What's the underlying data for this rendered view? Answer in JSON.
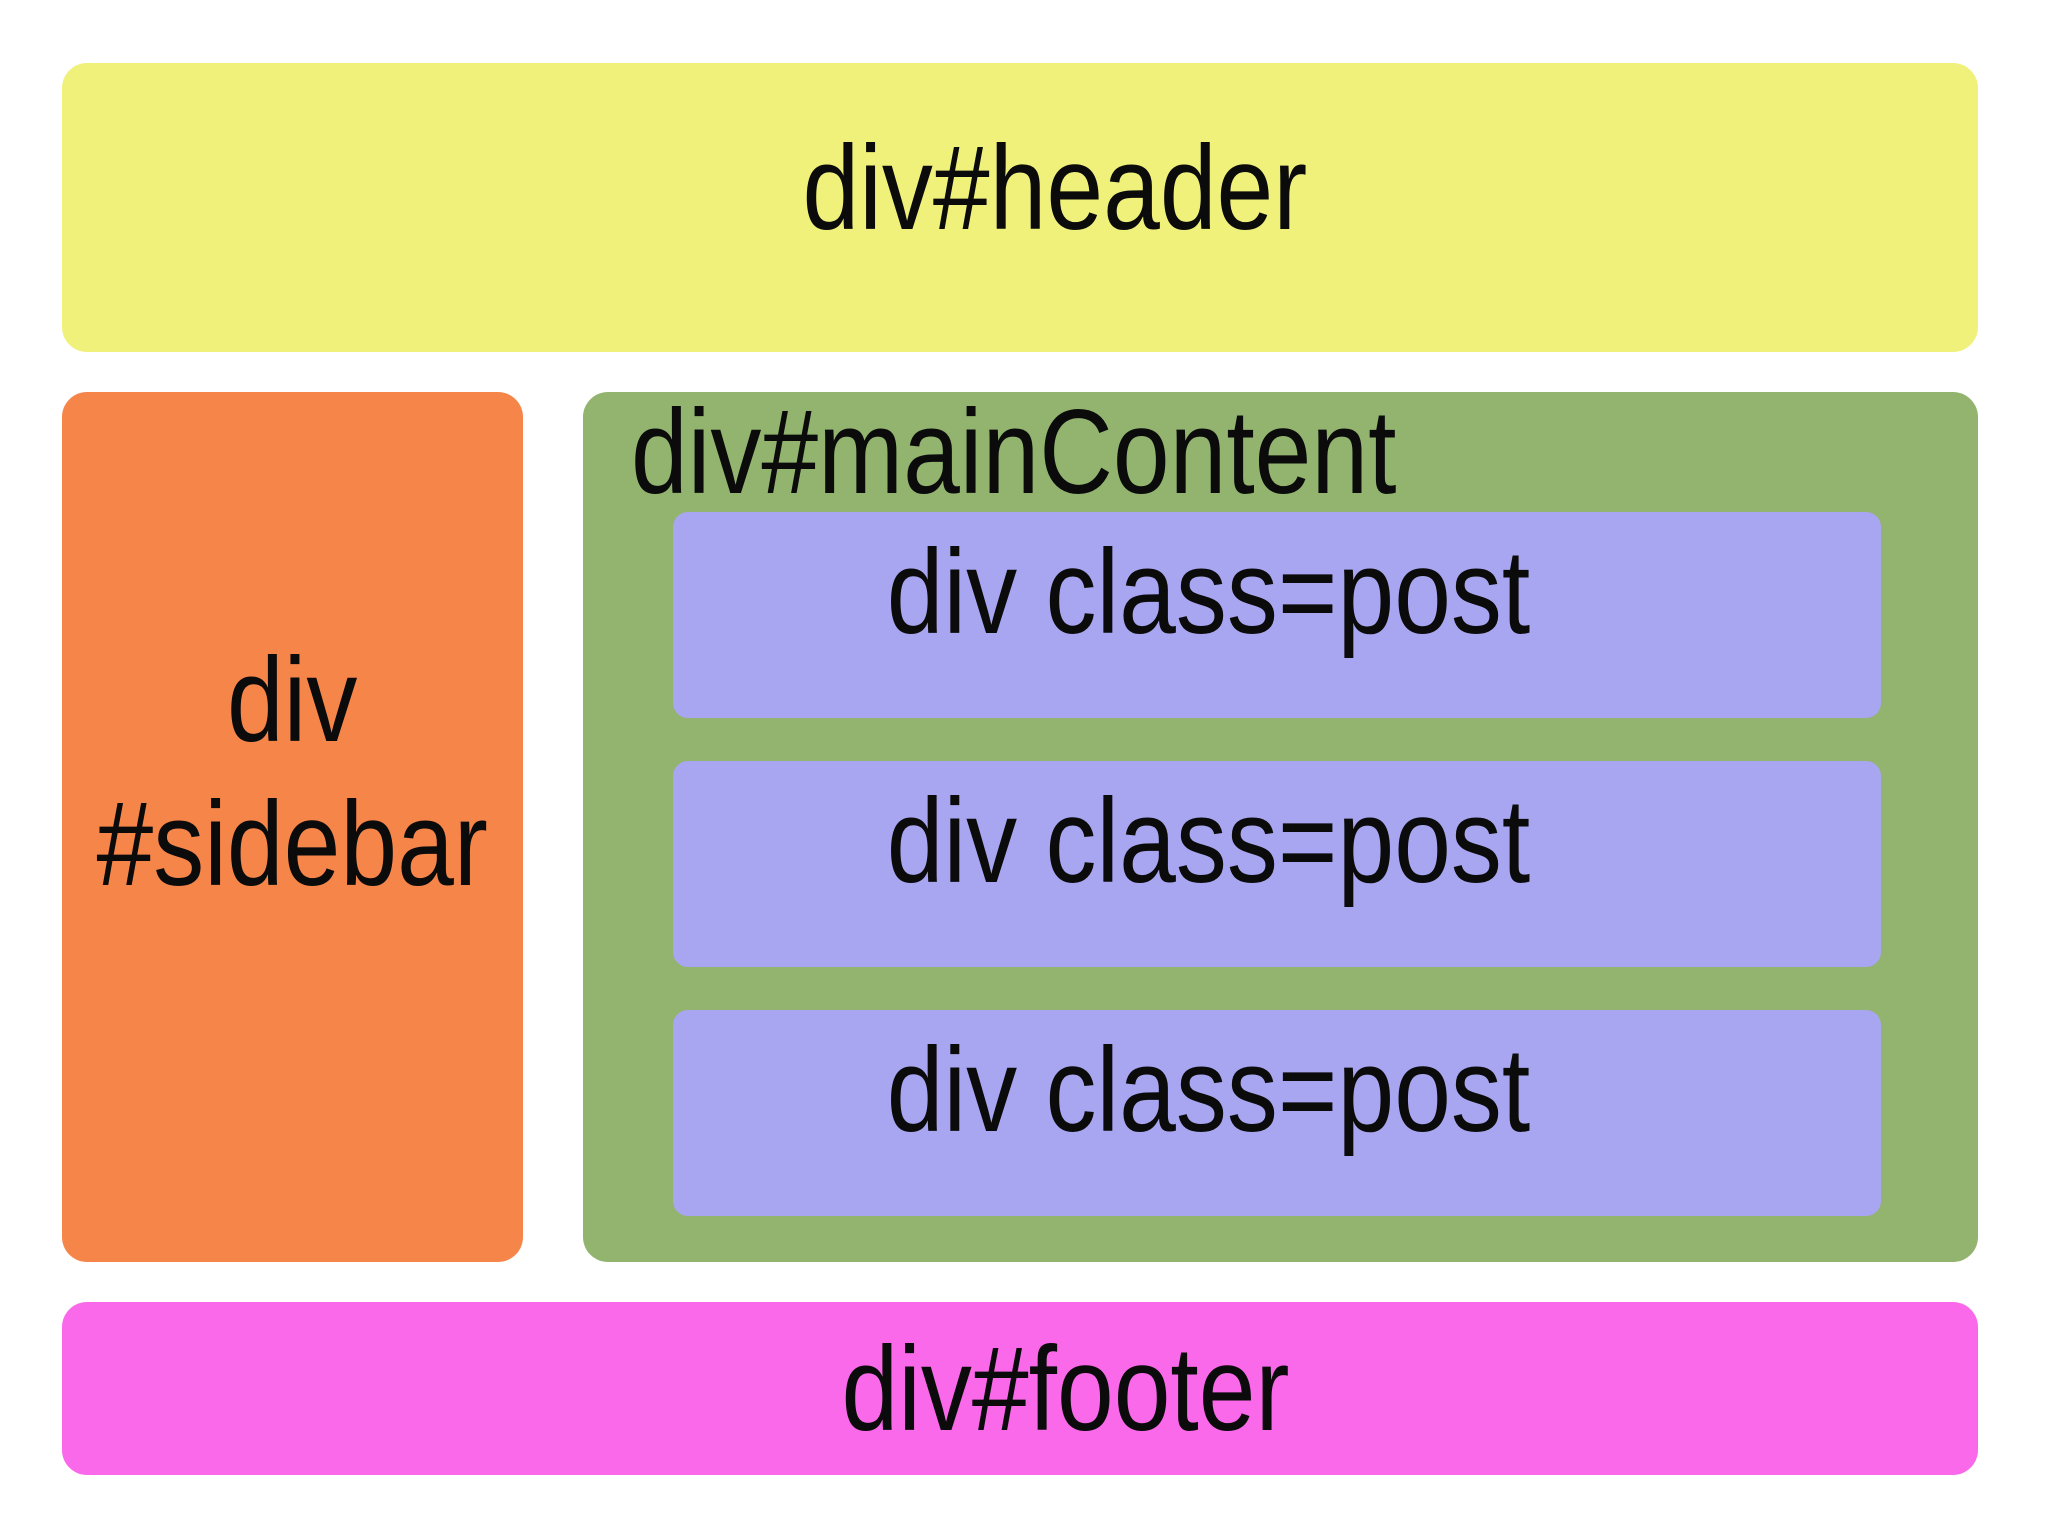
{
  "background_color": "#ffffff",
  "text_color": "#0b0b0b",
  "boxes": {
    "header": {
      "label": "div#header",
      "color": "#f0f17b"
    },
    "sidebar": {
      "label_line1": "div",
      "label_line2": "#sidebar",
      "color": "#f6854a"
    },
    "mainContent": {
      "label": "div#mainContent",
      "color": "#92b46f"
    },
    "posts": [
      {
        "label": "div class=post"
      },
      {
        "label": "div class=post"
      },
      {
        "label": "div class=post"
      }
    ],
    "post_color": "#a8a6f0",
    "footer": {
      "label": "div#footer",
      "color": "#fa69e9"
    }
  }
}
